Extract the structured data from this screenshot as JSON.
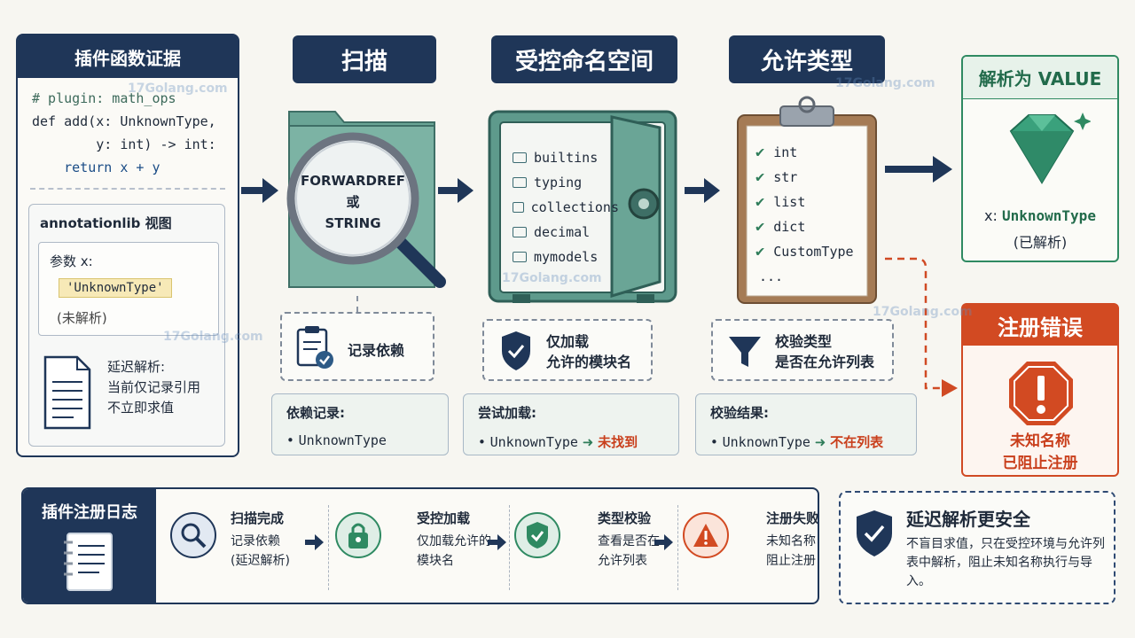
{
  "evidence": {
    "title": "插件函数证据",
    "code": [
      "# plugin: math_ops",
      "def add(x: UnknownType,",
      "        y: int) -> int:",
      "    return x + y"
    ],
    "view_title": "annotationlib 视图",
    "param_label": "参数 x:",
    "param_value": "'UnknownType'",
    "param_state": "(未解析)",
    "defer_text": [
      "延迟解析:",
      "当前仅记录引用",
      "不立即求值"
    ]
  },
  "stages": [
    {
      "title": "扫描",
      "lens_text": [
        "FORWARDREF",
        "或",
        "STRING"
      ],
      "note": [
        "记录依赖"
      ],
      "result_title": "依赖记录:",
      "result_item": "UnknownType",
      "result_outcome": ""
    },
    {
      "title": "受控命名空间",
      "modules": [
        "builtins",
        "typing",
        "collections",
        "decimal",
        "mymodels"
      ],
      "note": [
        "仅加载",
        "允许的模块名"
      ],
      "result_title": "尝试加载:",
      "result_item": "UnknownType",
      "result_outcome": "未找到"
    },
    {
      "title": "允许类型",
      "types": [
        "int",
        "str",
        "list",
        "dict",
        "CustomType"
      ],
      "more": "...",
      "note": [
        "校验类型",
        "是否在允许列表"
      ],
      "result_title": "校验结果:",
      "result_item": "UnknownType",
      "result_outcome": "不在列表"
    }
  ],
  "value_box": {
    "title": "解析为 VALUE",
    "label_key": "x:",
    "label_value": "UnknownType",
    "state": "(已解析)"
  },
  "error_box": {
    "title": "注册错误",
    "lines": [
      "未知名称",
      "已阻止注册"
    ]
  },
  "log": {
    "title": "插件注册日志",
    "steps": [
      {
        "title": "扫描完成",
        "desc": [
          "记录依赖",
          "(延迟解析)"
        ]
      },
      {
        "title": "受控加载",
        "desc": [
          "仅加载允许的",
          "模块名"
        ]
      },
      {
        "title": "类型校验",
        "desc": [
          "查看是否在",
          "允许列表"
        ]
      },
      {
        "title": "注册失败",
        "desc": [
          "未知名称",
          "阻止注册"
        ]
      }
    ]
  },
  "safe": {
    "title": "延迟解析更安全",
    "desc": "不盲目求值，只在受控环境与允许列表中解析，阻止未知名称执行与导入。"
  },
  "watermark": "17Golang.com",
  "colors": {
    "navy": "#1f3658",
    "teal": "#5e9a8c",
    "green": "#2f8a62",
    "red": "#d24a22"
  }
}
